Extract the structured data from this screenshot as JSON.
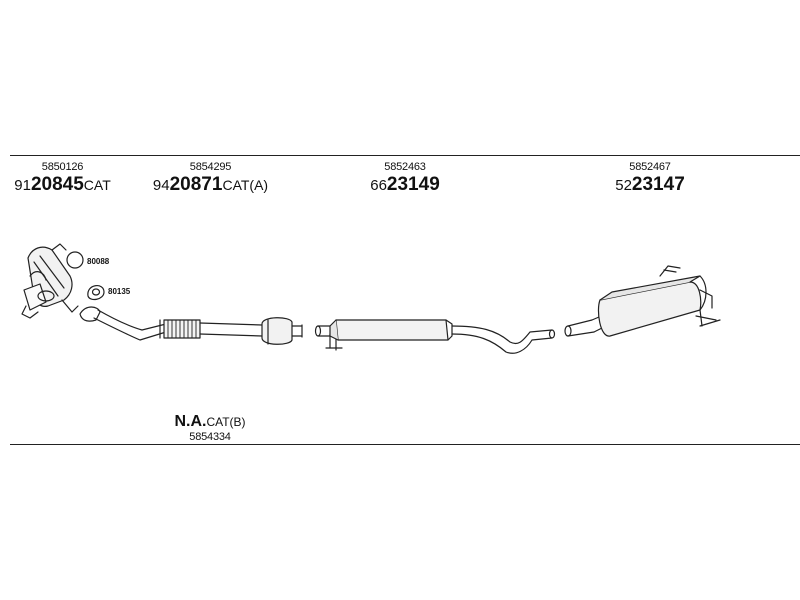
{
  "parts": [
    {
      "code": "5850126",
      "prefix": "91",
      "main": "20845",
      "suffix": "CAT"
    },
    {
      "code": "5854295",
      "prefix": "94",
      "main": "20871",
      "suffix": "CAT(A)"
    },
    {
      "code": "5852463",
      "prefix": "66",
      "main": "23149",
      "suffix": ""
    },
    {
      "code": "5852467",
      "prefix": "52",
      "main": "23147",
      "suffix": ""
    }
  ],
  "bottom_part": {
    "main": "N.A.",
    "suffix": "CAT(B)",
    "code": "5854334"
  },
  "accessories": [
    {
      "label": "80088",
      "icon": "ring-gasket-icon"
    },
    {
      "label": "80135",
      "icon": "flange-gasket-icon"
    }
  ]
}
